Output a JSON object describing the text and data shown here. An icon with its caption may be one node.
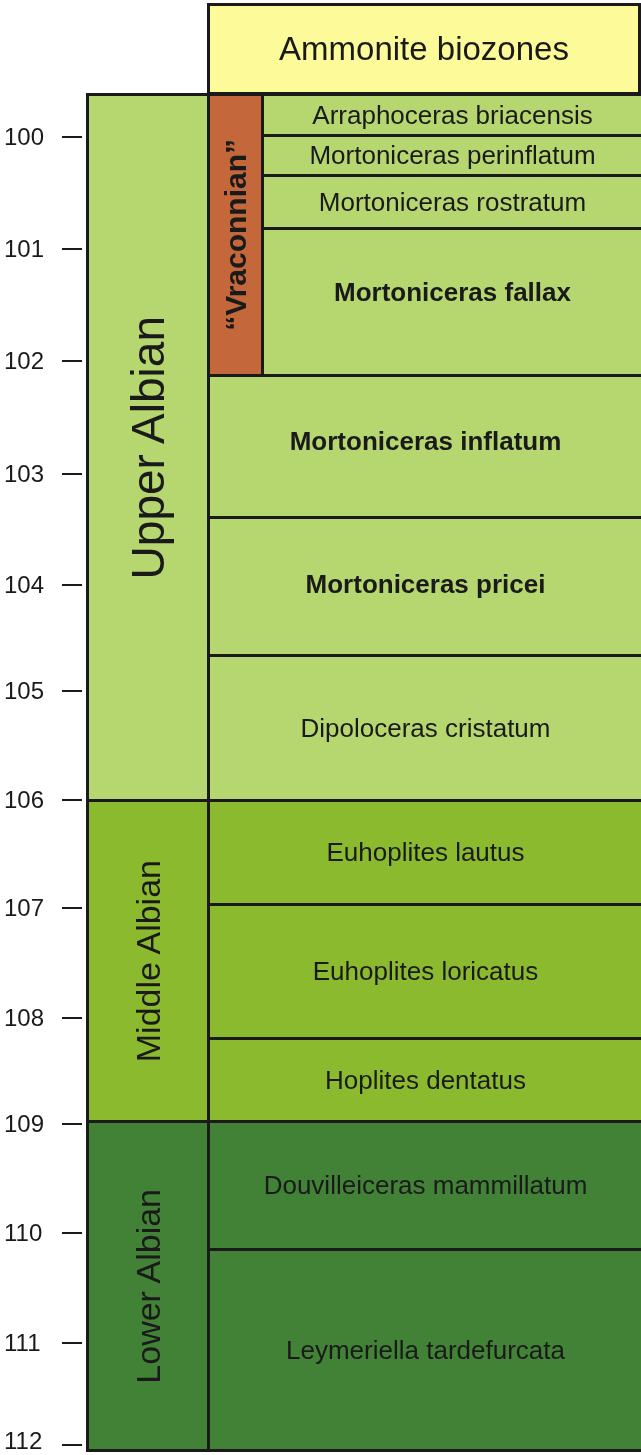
{
  "diagram": {
    "nodes": [
      {
        "text": [
          "Ammonite biozones"
        ]
      },
      {
        "text": [
          "Upper Albian"
        ]
      },
      {
        "text": [
          "Middle Albian"
        ]
      },
      {
        "text": [
          "Lower Albian"
        ]
      },
      {
        "text": [
          "“Vraconnian”"
        ]
      },
      {
        "text": [
          "Arraphoceras briacensis"
        ]
      },
      {
        "text": [
          "Mortoniceras perinflatum"
        ]
      },
      {
        "text": [
          "Mortoniceras rostratum"
        ]
      },
      {
        "text": [
          "Mortoniceras fallax"
        ]
      },
      {
        "text": [
          "Mortoniceras inflatum"
        ]
      },
      {
        "text": [
          "Mortoniceras pricei"
        ]
      },
      {
        "text": [
          "Dipoloceras cristatum"
        ]
      },
      {
        "text": [
          "Euhoplites lautus"
        ]
      },
      {
        "text": [
          "Euhoplites loricatus"
        ]
      },
      {
        "text": [
          "Hoplites dentatus"
        ]
      },
      {
        "text": [
          "Douvilleiceras mammillatum"
        ]
      },
      {
        "text": [
          "Leymeriella tardefurcata"
        ]
      }
    ],
    "labels": [
      "100",
      "101",
      "102",
      "103",
      "104",
      "105",
      "106",
      "107",
      "108",
      "109",
      "110",
      "111",
      "112"
    ]
  }
}
